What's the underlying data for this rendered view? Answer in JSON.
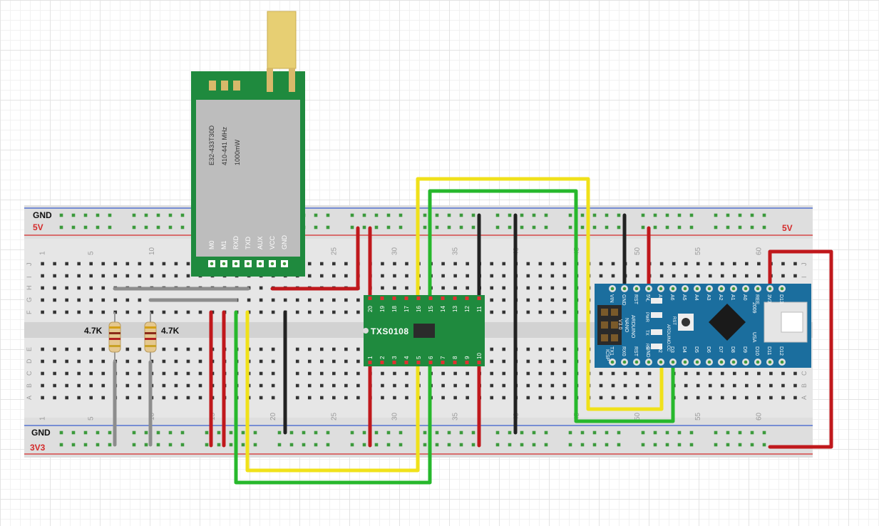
{
  "breadboard": {
    "rail_top_gnd": "GND",
    "rail_top_5v": "5V",
    "rail_top_5v_right": "5V",
    "rail_bottom_gnd": "GND",
    "rail_bottom_3v3": "3V3",
    "column_numbers": [
      "1",
      "5",
      "10",
      "15",
      "20",
      "25",
      "30",
      "35",
      "40",
      "45",
      "50",
      "55",
      "60"
    ],
    "row_letters_top": [
      "J",
      "I",
      "H",
      "G",
      "F"
    ],
    "row_letters_bottom": [
      "E",
      "D",
      "C",
      "B",
      "A"
    ]
  },
  "lora_module": {
    "model": "E32-433T30D",
    "frequency": "410-441 MHz",
    "power": "1000mW",
    "pins": [
      "M0",
      "M1",
      "RXD",
      "TXD",
      "AUX",
      "VCC",
      "GND"
    ]
  },
  "level_shifter": {
    "name": "TXS0108",
    "top_pins": [
      "20",
      "19",
      "18",
      "17",
      "16",
      "15",
      "14",
      "13",
      "12",
      "11"
    ],
    "bottom_pins": [
      "1",
      "2",
      "3",
      "4",
      "5",
      "6",
      "7",
      "8",
      "9",
      "10"
    ]
  },
  "resistors": [
    {
      "label": "4.7K"
    },
    {
      "label": "4.7K"
    }
  ],
  "arduino": {
    "top_pins": [
      "VIN",
      "GND",
      "RST",
      "5V",
      "A7",
      "A6",
      "A5",
      "A4",
      "A3",
      "A2",
      "A1",
      "A0",
      "REF",
      "3V3",
      "D13"
    ],
    "bottom_pins": [
      "TX1",
      "RX0",
      "RST",
      "GND",
      "D2",
      "D3",
      "D4",
      "D5",
      "D6",
      "D7",
      "D8",
      "D9",
      "D10",
      "D11",
      "D12"
    ],
    "board_lines": [
      "ARDUINO",
      "NANO",
      "V3.0"
    ],
    "site": "ARDUINO.CC",
    "icsp": "ICSP",
    "rst": "RST",
    "led_labels": [
      "L",
      "PWR",
      "TX",
      "RX"
    ],
    "year": "2009",
    "country": "USA"
  },
  "colors": {
    "wire_red": "#c0181c",
    "wire_black": "#222222",
    "wire_yellow": "#f0e11a",
    "wire_green": "#27b82c",
    "wire_gray": "#8d8d8d",
    "rail_blue": "#3a5fcd",
    "rail_red": "#d42a2a",
    "module_green": "#1f8a3e",
    "nano_blue": "#1b6e9e"
  }
}
